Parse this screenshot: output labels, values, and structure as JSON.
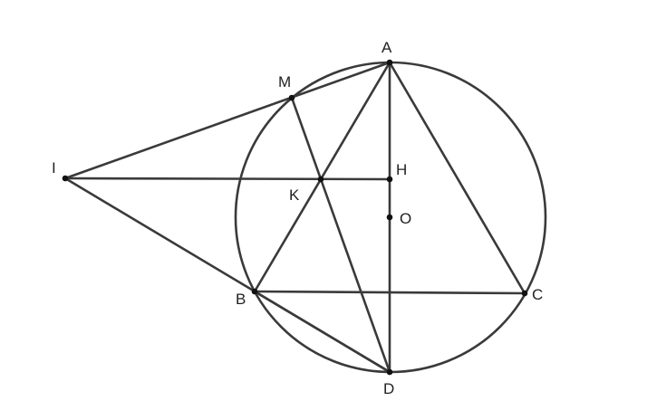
{
  "diagram": {
    "title": "",
    "points": {
      "A": {
        "label": "A"
      },
      "M": {
        "label": "M"
      },
      "I": {
        "label": "I"
      },
      "H": {
        "label": "H"
      },
      "K": {
        "label": "K"
      },
      "O": {
        "label": "O"
      },
      "B": {
        "label": "B"
      },
      "C": {
        "label": "C"
      },
      "D": {
        "label": "D"
      }
    },
    "segments": [
      "IA",
      "ID",
      "IH",
      "AD",
      "AB",
      "AC",
      "BC",
      "BD",
      "MD"
    ],
    "circle": {
      "center": "O",
      "through": [
        "A",
        "B",
        "C",
        "D",
        "M"
      ]
    },
    "stroke_color": "#3a3a3a"
  }
}
